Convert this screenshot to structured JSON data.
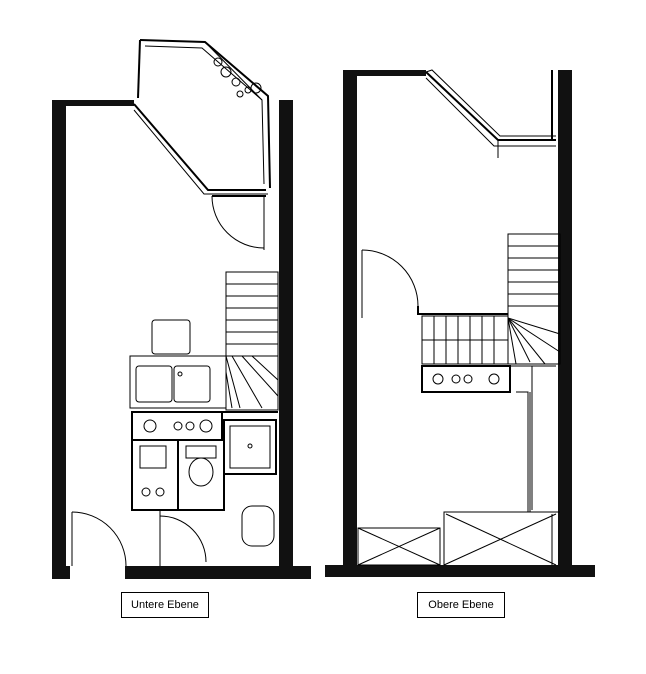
{
  "plans": [
    {
      "id": "lower",
      "label": "Untere Ebene"
    },
    {
      "id": "upper",
      "label": "Obere Ebene"
    }
  ]
}
